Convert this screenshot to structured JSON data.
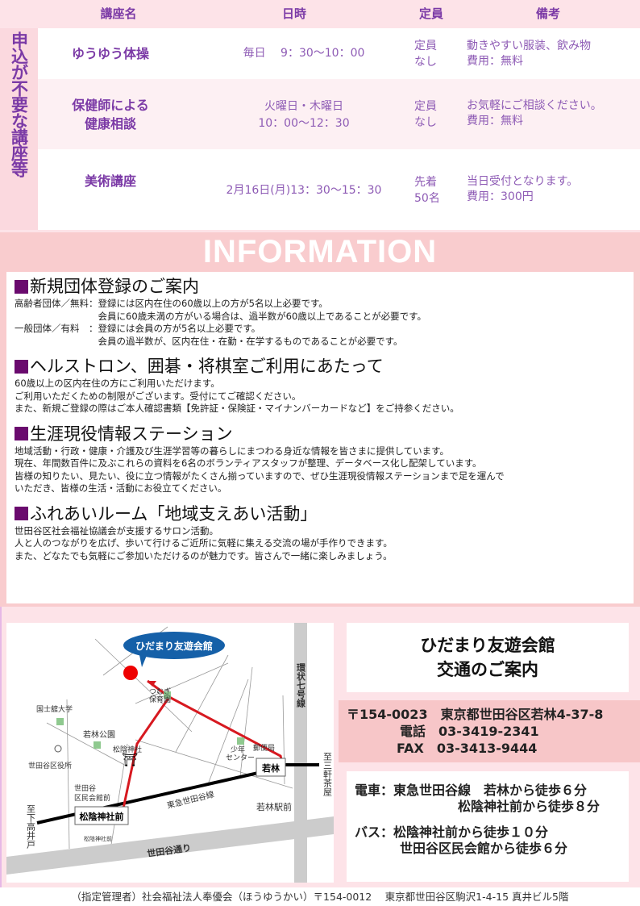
{
  "table": {
    "headers": [
      "講座名",
      "日時",
      "定員",
      "備考"
    ],
    "side_label": "申込が不要な講座等",
    "rows": [
      {
        "name": [
          "ゆうゆう体操"
        ],
        "datetime": [
          "毎日　 9：30〜10：00"
        ],
        "capacity": [
          "定員",
          "なし"
        ],
        "notes": [
          "動きやすい服装、飲み物",
          "費用：無料"
        ]
      },
      {
        "name": [
          "保健師による",
          "健康相談"
        ],
        "datetime": [
          "火曜日・木曜日",
          "10：00〜12：30"
        ],
        "capacity": [
          "定員",
          "なし"
        ],
        "notes": [
          "お気軽にご相談ください。",
          "費用：無料"
        ]
      },
      {
        "name": [
          "美術講座"
        ],
        "datetime": [
          "2月16日(月)13：30〜15：30"
        ],
        "capacity": [
          "先着",
          "50名"
        ],
        "notes": [
          "当日受付となります。",
          "費用：300円"
        ]
      }
    ]
  },
  "information": {
    "title": "INFORMATION",
    "sections": [
      {
        "heading": "新規団体登録のご案内",
        "body": "高齢者団体／無料：登録には区内在住の60歳以上の方が5名以上必要です。\n　　　　　　　　　会員に60歳未満の方がいる場合は、過半数が60歳以上であることが必要です。\n一般団体／有料　：登録には会員の方が5名以上必要です。\n　　　　　　　　　会員の過半数が、区内在住・在勤・在学するものであることが必要です。"
      },
      {
        "heading": "ヘルストロン、囲碁・将棋室ご利用にあたって",
        "body": "60歳以上の区内在住の方にご利用いただけます。\nご利用いただくための制限がございます。受付にてご確認ください。\nまた、新規ご登録の際はご本人確認書類【免許証・保険証・マイナンバーカードなど】をご持参ください。"
      },
      {
        "heading": "生涯現役情報ステーション",
        "body": "地域活動・行政・健康・介護及び生涯学習等の暮らしにまつわる身近な情報を皆さまに提供しています。\n現在、年間数百件に及ぶこれらの資料を6名のボランティアスタッフが整理、データベース化し配架しています。\n皆様の知りたい、見たい、役に立つ情報がたくさん揃っていますので、ぜひ生涯現役情報ステーションまで足を運んで\nいただき、皆様の生活・活動にお役立てください。"
      },
      {
        "heading": "ふれあいルーム「地域支えあい活動」",
        "body": "世田谷区社会福祉協議会が支援するサロン活動。\n人と人のつながりを広げ、歩いて行けるご近所に気軽に集える交流の場が手作りできます。\nまた、どなたでも気軽にご参加いただけるのが魅力です。皆さんで一緒に楽しみましょう。"
      }
    ]
  },
  "map": {
    "destination": "ひだまり友遊会館",
    "labels": {
      "tsumugi1": "つむぎ",
      "tsumugi2": "保育園",
      "kokushikan": "国士舘大学",
      "wakabayashi_park": "若林公園",
      "shoin_shrine": "松陰神社",
      "ward_office": "世田谷区役所",
      "kuminkaikan1": "世田谷",
      "kuminkaikan2": "区民会館前",
      "shonen1": "少年",
      "shonen2": "センター",
      "post": "郵便局",
      "kan7": "環状七号線",
      "sangenjaya": "至三軒茶屋",
      "shimotakaido": "至下高井戸",
      "wakabayashi_st": "若林",
      "shoinjinjamae_st": "松陰神社前",
      "tokyu_line": "東急世田谷線",
      "wakabayashi_ekimae": "若林駅前",
      "shoinjinjamae_bus": "松陰神社前",
      "setagaya_dori": "世田谷通り"
    }
  },
  "access": {
    "title": [
      "ひだまり友遊会館",
      "交通のご案内"
    ],
    "address": "〒154-0023　東京都世田谷区若林4-37-8",
    "phone_label": "電話",
    "phone": "03-3419-2341",
    "fax_label": "FAX",
    "fax": "03-3413-9444",
    "train": [
      "電車：東急世田谷線　若林から徒歩６分",
      "松陰神社前から徒歩８分"
    ],
    "bus": [
      "バス：松陰神社前から徒歩１０分",
      "世田谷区民会館から徒歩６分"
    ]
  },
  "footer": "（指定管理者）社会福祉法人奉優会（ほうゆうかい）〒154-0012　 東京都世田谷区駒沢1-4-15 真井ビル5階"
}
